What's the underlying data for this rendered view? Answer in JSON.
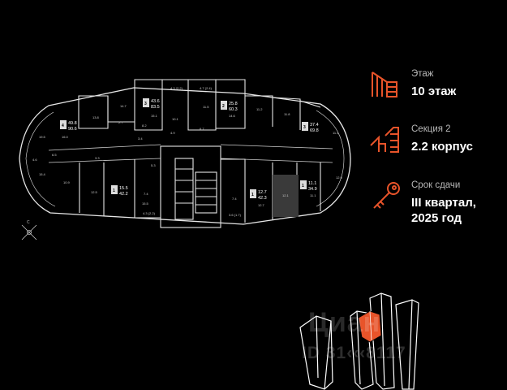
{
  "info": {
    "floor": {
      "label": "Этаж",
      "value": "10 этаж",
      "icon": "floor-icon"
    },
    "section": {
      "label": "Секция 2",
      "value": "2.2 корпус",
      "icon": "section-icon"
    },
    "deadline": {
      "label": "Срок сдачи",
      "value_line1": "III квартал,",
      "value_line2": "2025 год",
      "icon": "key-icon"
    }
  },
  "plan": {
    "apartments": [
      {
        "rooms": "4",
        "area_living": "49.8",
        "area_total": "90.6"
      },
      {
        "rooms": "3",
        "area_living": "43.6",
        "area_total": "83.5"
      },
      {
        "rooms": "2",
        "area_living": "25.8",
        "area_total": "60.3"
      },
      {
        "rooms": "3",
        "area_living": "37.4",
        "area_total": "69.8"
      },
      {
        "rooms": "1",
        "area_living": "15.5",
        "area_total": "42.2"
      },
      {
        "rooms": "1",
        "area_living": "12.7",
        "area_total": "42.3"
      },
      {
        "rooms": "1",
        "area_living": "11.1",
        "area_total": "34.9"
      }
    ],
    "room_labels": [
      "19.5",
      "16.0",
      "15.4",
      "10.9",
      "13.8",
      "14.7",
      "15.1",
      "10.1",
      "11.5",
      "14.6",
      "11.2",
      "11.8",
      "11.4",
      "12.9",
      "12.5",
      "15.5",
      "7.4",
      "7.4",
      "12.1",
      "12.7",
      "11.1",
      "6.5",
      "4.6",
      "3.3",
      "2.7",
      "8.2",
      "4.9",
      "6.7",
      "5.3",
      "3.4",
      "4.3 (2.2)",
      "4.7 (2.4)",
      "4.3 (2.2)",
      "3.6 (1.7)"
    ],
    "compass": {
      "label": "С"
    }
  },
  "watermark": {
    "brand": "Циан",
    "id": "ID 31‹‹‹8117"
  },
  "colors": {
    "accent": "#e8542a",
    "background": "#000000",
    "text": "#ffffff",
    "muted": "#b8b8b8"
  }
}
